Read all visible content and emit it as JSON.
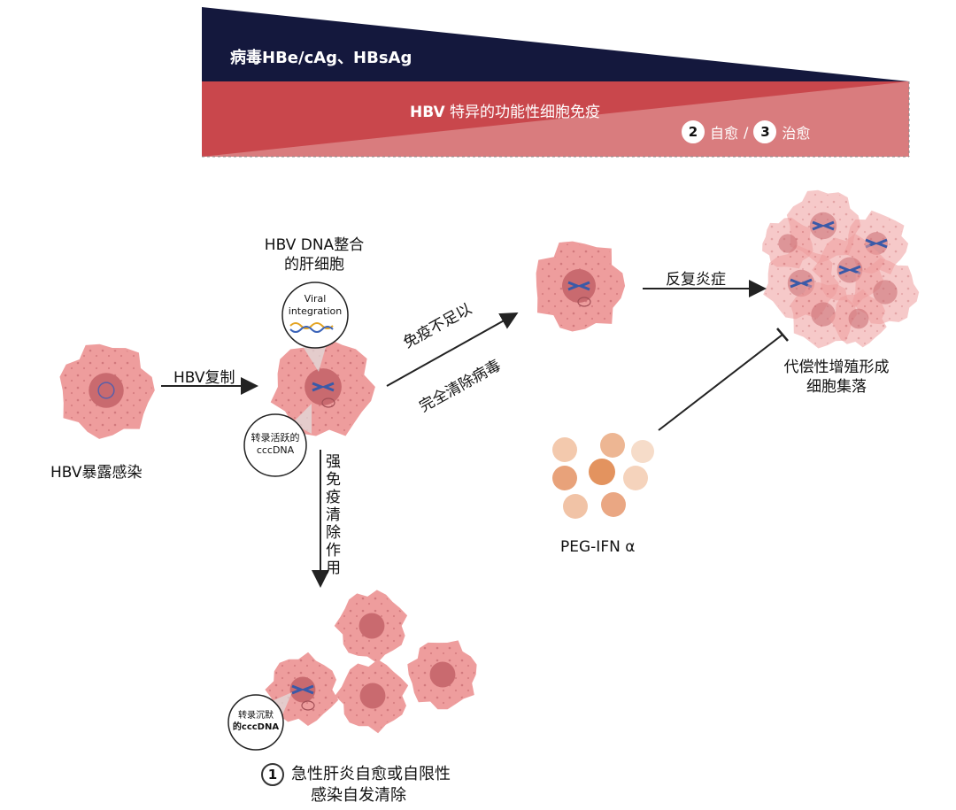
{
  "banner": {
    "top_label": "病毒HBe/cAg、HBsAg",
    "mid_label_bold": "HBV",
    "mid_label_rest": " 特异的功能性细胞免疫",
    "outcome_2_num": "2",
    "outcome_2": "自愈",
    "outcome_sep": "/",
    "outcome_3_num": "3",
    "outcome_3": "治愈"
  },
  "nodes": {
    "exposure": "HBV暴露感染",
    "integrated_title_line1": "HBV DNA整合",
    "integrated_title_line2": "的肝细胞",
    "viral_line1": "Viral",
    "viral_line2": "integration",
    "active_ccc_line1": "转录活跃的",
    "active_ccc_line2": "cccDNA",
    "silent_ccc_line1": "转录沉默",
    "silent_ccc_line2": "的cccDNA",
    "compensatory_line1": "代偿性增殖形成",
    "compensatory_line2": "细胞集落",
    "peg_ifn": "PEG-IFN α",
    "outcome_1_num": "1",
    "outcome_1_line1": "急性肝炎自愈或自限性",
    "outcome_1_line2": "感染自发清除"
  },
  "arrows": {
    "replication": "HBV复制",
    "insufficient_line1": "免疫不足以",
    "insufficient_line2": "完全清除病毒",
    "inflammation": "反复炎症",
    "strong_immune": "强免疫清除作用"
  },
  "colors": {
    "navy": "#14183d",
    "red": "#c9474c",
    "light_red": "#d97c7e",
    "cell": "#ee9d9d",
    "nucleus": "#c96a6f",
    "ifn_dark": "#e79d72",
    "ifn_light": "#f6d2bb"
  }
}
